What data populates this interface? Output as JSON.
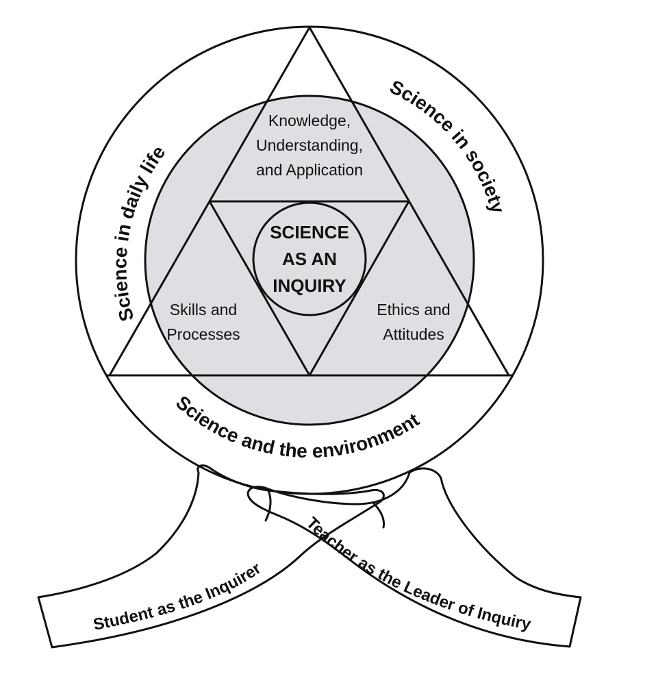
{
  "diagram": {
    "core": {
      "line1": "SCIENCE",
      "line2": "AS AN",
      "line3": "INQUIRY"
    },
    "corners": {
      "top": {
        "line1": "Knowledge,",
        "line2": "Understanding,",
        "line3": "and Application"
      },
      "left": {
        "line1": "Skills and",
        "line2": "Processes"
      },
      "right": {
        "line1": "Ethics and",
        "line2": "Attitudes"
      }
    },
    "ring": {
      "left": "Science in daily life",
      "right": "Science in society",
      "bottom": "Science and the environment"
    },
    "hands": {
      "left": "Student as the Inquirer",
      "right": "Teacher as the Leader of Inquiry"
    }
  },
  "colors": {
    "ink": "#111111",
    "shade": "#dddfe2",
    "paper": "#ffffff"
  }
}
